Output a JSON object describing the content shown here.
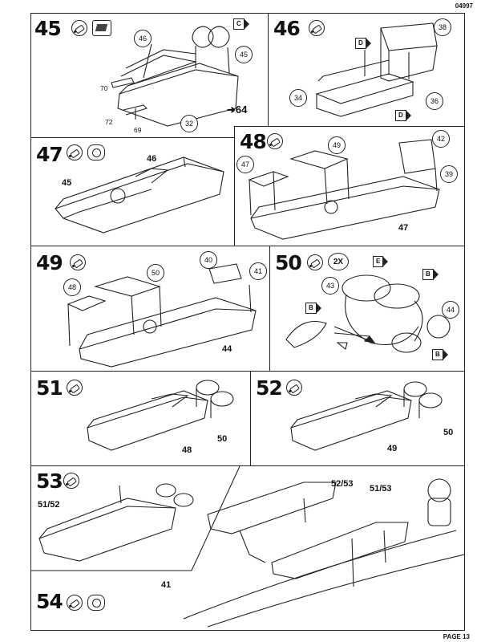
{
  "header": {
    "kit_code": "04997"
  },
  "footer": {
    "page_label": "PAGE 13"
  },
  "steps": [
    {
      "number": "45",
      "callouts": [
        "46",
        "45"
      ],
      "labels": [
        "70",
        "72",
        "69",
        "32"
      ],
      "tag": "C",
      "arrow_note": "64"
    },
    {
      "number": "46",
      "callouts": [
        "38",
        "34",
        "36"
      ],
      "tags": [
        "D",
        "D"
      ]
    },
    {
      "number": "47",
      "labels": [
        "45",
        "46"
      ]
    },
    {
      "number": "48",
      "callouts": [
        "49",
        "42",
        "47",
        "39"
      ],
      "labels": [
        "47"
      ]
    },
    {
      "number": "49",
      "callouts": [
        "50",
        "40",
        "41",
        "48"
      ],
      "labels": [
        "44"
      ]
    },
    {
      "number": "50",
      "multiplier": "2X",
      "callouts": [
        "43",
        "44"
      ],
      "tags": [
        "E",
        "B",
        "B",
        "B"
      ]
    },
    {
      "number": "51",
      "labels": [
        "48",
        "50"
      ]
    },
    {
      "number": "52",
      "labels": [
        "49",
        "50"
      ]
    },
    {
      "number": "53",
      "labels": [
        "51/52"
      ]
    },
    {
      "number": "54",
      "labels": [
        "52/53",
        "51/53",
        "41"
      ]
    }
  ]
}
